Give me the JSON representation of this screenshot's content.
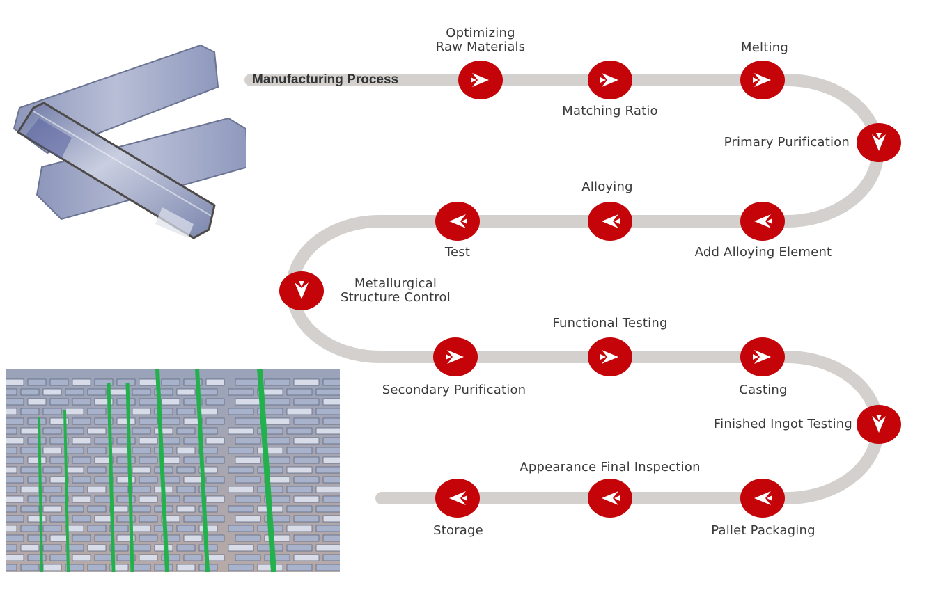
{
  "title": "Manufacturing Process",
  "colors": {
    "node": "#C40408",
    "track": "#D3D0CD",
    "arrow": "#FFFFFF",
    "text": "#3A3A3A",
    "strap": "#22B14C",
    "ingot": "#8C95B0"
  },
  "images": {
    "top_left": "single-zinc-ingots-photo",
    "bottom_left": "stacked-ingots-with-green-straps-photo"
  },
  "steps": [
    {
      "label": "Optimizing\nRaw Materials",
      "direction": "right"
    },
    {
      "label": "Matching Ratio",
      "direction": "right"
    },
    {
      "label": "Melting",
      "direction": "right"
    },
    {
      "label": "Primary Purification",
      "direction": "down"
    },
    {
      "label": "Add Alloying Element",
      "direction": "left"
    },
    {
      "label": "Alloying",
      "direction": "left"
    },
    {
      "label": "Test",
      "direction": "left"
    },
    {
      "label": "Metallurgical\nStructure Control",
      "direction": "down"
    },
    {
      "label": "Secondary Purification",
      "direction": "right"
    },
    {
      "label": "Functional Testing",
      "direction": "right"
    },
    {
      "label": "Casting",
      "direction": "right"
    },
    {
      "label": "Finished Ingot Testing",
      "direction": "down"
    },
    {
      "label": "Pallet Packaging",
      "direction": "left"
    },
    {
      "label": "Appearance Final Inspection",
      "direction": "left"
    },
    {
      "label": "Storage",
      "direction": "left"
    }
  ]
}
